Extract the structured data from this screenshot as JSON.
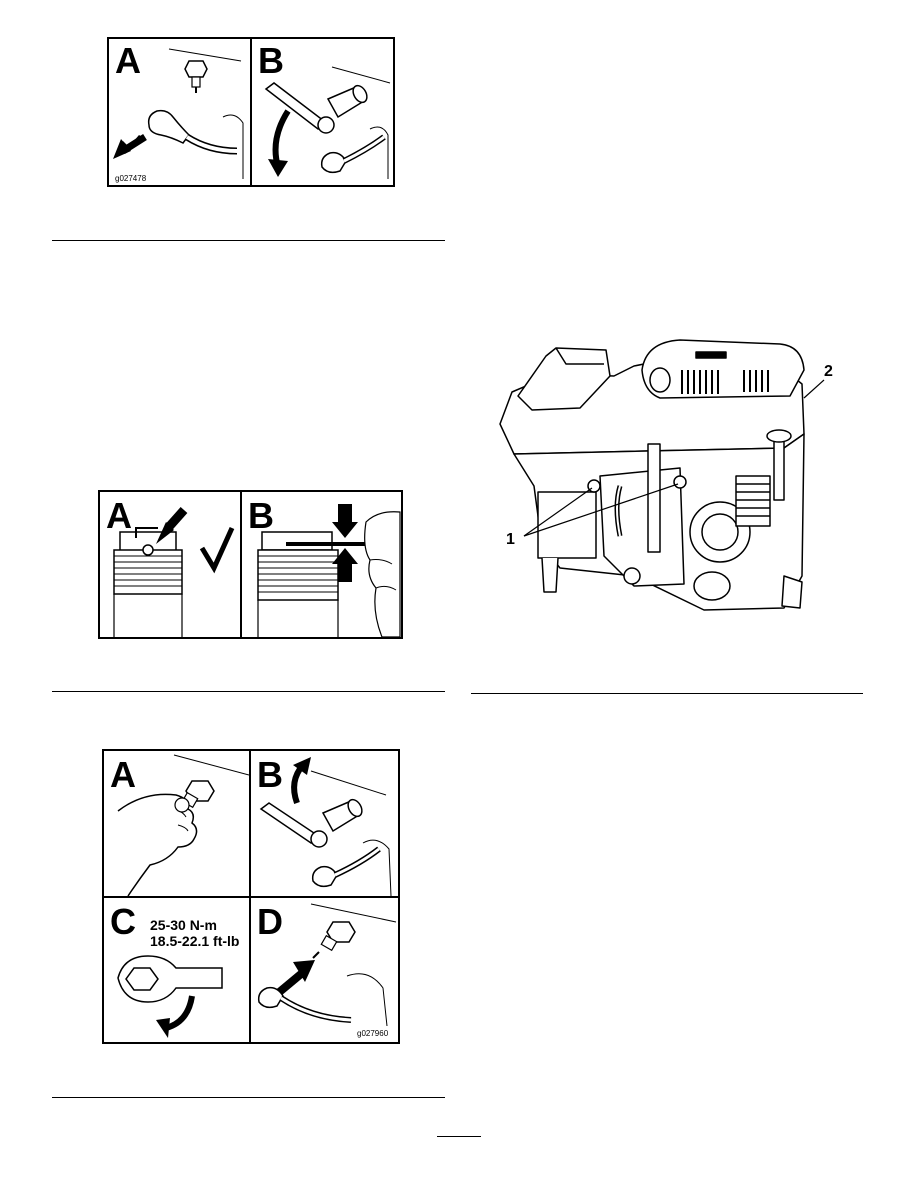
{
  "figure_remove_plug": {
    "panel_a_label": "A",
    "panel_b_label": "B",
    "figure_code": "g027478"
  },
  "figure_check_plug": {
    "panel_a_label": "A",
    "panel_b_label": "B"
  },
  "figure_install_plug": {
    "panel_a_label": "A",
    "panel_b_label": "B",
    "panel_c_label": "C",
    "panel_d_label": "D",
    "torque_metric": "25-30 N-m",
    "torque_imperial": "18.5-22.1 ft-lb",
    "figure_code": "g027960"
  },
  "figure_engine": {
    "callout_1": "1",
    "callout_2": "2"
  }
}
